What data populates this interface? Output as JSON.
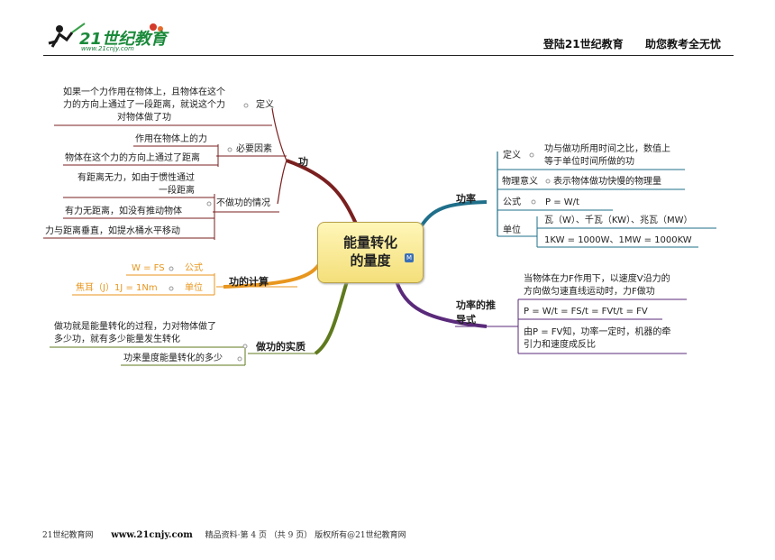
{
  "header": {
    "logo_text": "21世纪教育",
    "logo_sub": "www.21cnjy.com",
    "slogan_left": "登陆21世纪教育",
    "slogan_right": "助您教考全无忧"
  },
  "center": {
    "line1": "能量转化",
    "line2": "的量度",
    "badge": "M"
  },
  "branches": {
    "gong": {
      "label": "功",
      "definition": {
        "label": "定义",
        "text1": "如果一个力作用在物体上，且物体在这个",
        "text2": "力的方向上通过了一段距离，就说这个力",
        "text3": "对物体做了功"
      },
      "factors": {
        "label": "必要因素",
        "item1": "作用在物体上的力",
        "item2": "物体在这个力的方向上通过了距离"
      },
      "no_work": {
        "label": "不做功的情况",
        "item1a": "有距离无力，如由于惯性通过",
        "item1b": "一段距离",
        "item2": "有力无距离，如没有推动物体",
        "item3": "力与距离垂直，如提水桶水平移动"
      }
    },
    "calc": {
      "label": "功的计算",
      "formula_label": "公式",
      "formula": "W = FS",
      "unit_label": "单位",
      "unit": "焦耳（J）1J = 1Nm"
    },
    "essence": {
      "label": "做功的实质",
      "item1a": "做功就是能量转化的过程，力对物体做了",
      "item1b": "多少功，就有多少能量发生转化",
      "item2": "功来量度能量转化的多少"
    },
    "power": {
      "label": "功率",
      "definition": {
        "label": "定义",
        "text1": "功与做功所用时间之比，数值上",
        "text2": "等于单位时间所做的功"
      },
      "meaning": {
        "label": "物理意义",
        "text": "表示物体做功快慢的物理量"
      },
      "formula": {
        "label": "公式",
        "text": "P = W/t"
      },
      "unit": {
        "label": "单位",
        "text1": "瓦（W）、千瓦（KW）、兆瓦（MW）",
        "text2": "1KW = 1000W、1MW = 1000KW"
      }
    },
    "derivation": {
      "label1": "功率的推",
      "label2": "导式",
      "item1a": "当物体在力F作用下，以速度V沿力的",
      "item1b": "方向做匀速直线运动时，力F做功",
      "item2": "P = W/t = FS/t = FVt/t = FV",
      "item3a": "由P = FV知，功率一定时，机器的牵",
      "item3b": "引力和速度成反比"
    }
  },
  "footer": {
    "site": "21世纪教育网",
    "url": "www.21cnjy.com",
    "page_info": "精品资料·第 4 页 （共 9 页） 版权所有@21世纪教育网"
  },
  "colors": {
    "gong": "#7a1f1f",
    "calc": "#e8961e",
    "essence": "#5f7a1e",
    "power": "#1f6f8a",
    "derivation": "#5a2a7a",
    "center_fill": "#f7e48c"
  }
}
